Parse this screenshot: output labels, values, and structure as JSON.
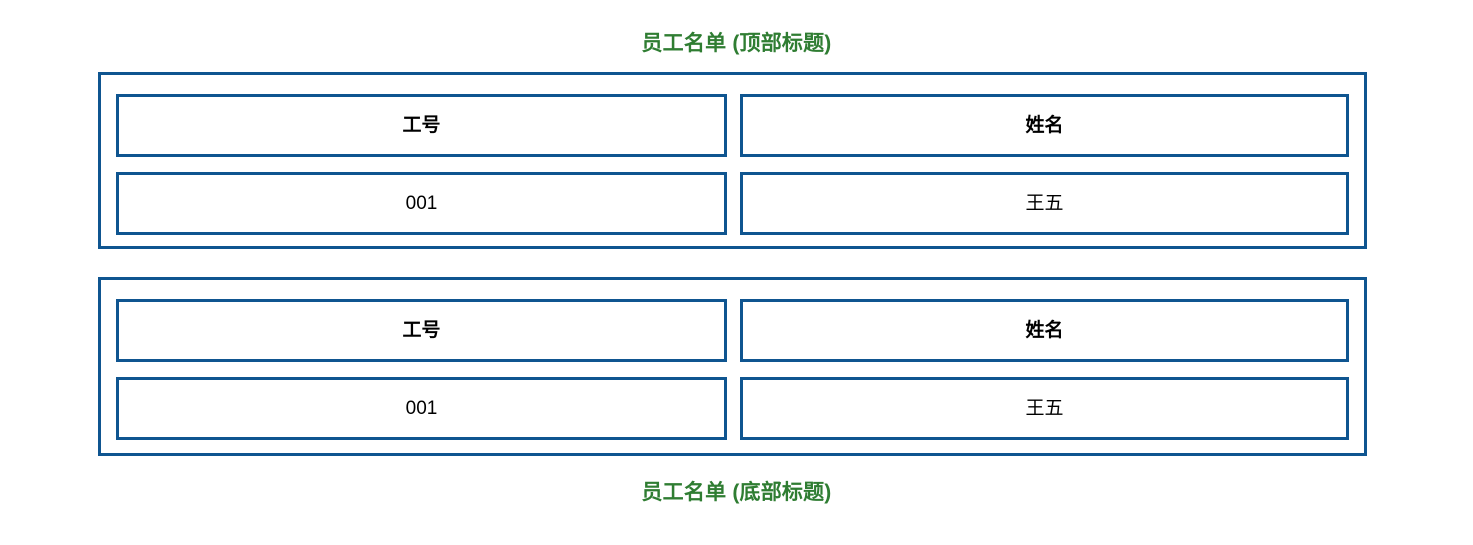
{
  "captions": {
    "top": "员工名单 (顶部标题)",
    "bottom": "员工名单 (底部标题)"
  },
  "colors": {
    "caption_green": "#2f7d32",
    "border_blue": "#0f5590",
    "text_black": "#000000",
    "background": "#ffffff"
  },
  "tables": [
    {
      "id": "table-top",
      "columns": [
        "工号",
        "姓名"
      ],
      "rows": [
        [
          "001",
          "王五"
        ]
      ]
    },
    {
      "id": "table-bottom",
      "columns": [
        "工号",
        "姓名"
      ],
      "rows": [
        [
          "001",
          "王五"
        ]
      ]
    }
  ]
}
